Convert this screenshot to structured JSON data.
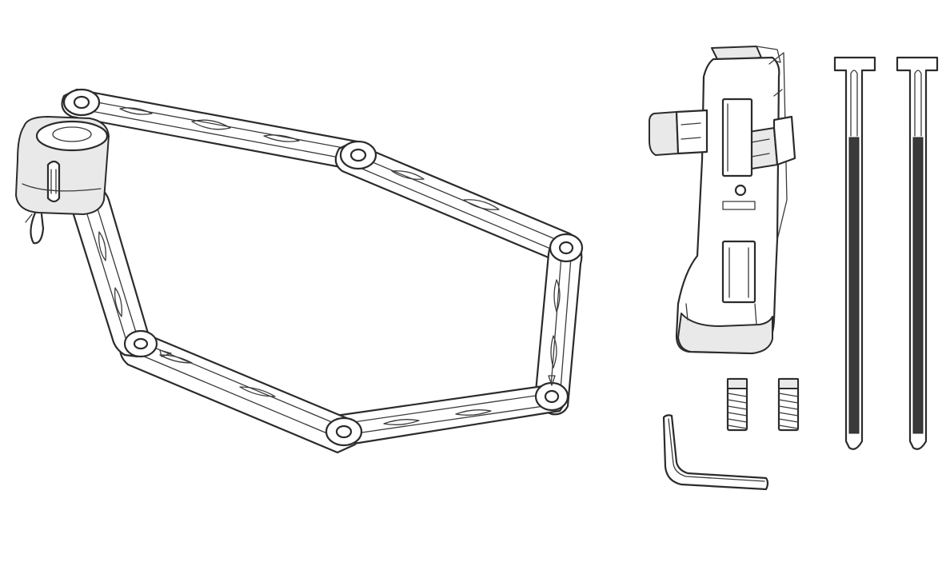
{
  "figure": {
    "background": "#ffffff",
    "line_color": "#2b2b2b",
    "parts": [
      {
        "id": "folding-lock",
        "icon": "folding-lock-illustration"
      },
      {
        "id": "mounting-bracket",
        "icon": "bracket-illustration"
      },
      {
        "id": "set-screws",
        "icon": "screw-illustration",
        "count": 2
      },
      {
        "id": "hex-key",
        "icon": "allen-key-illustration"
      },
      {
        "id": "mounting-straps",
        "icon": "strap-illustration",
        "count": 2
      }
    ]
  }
}
